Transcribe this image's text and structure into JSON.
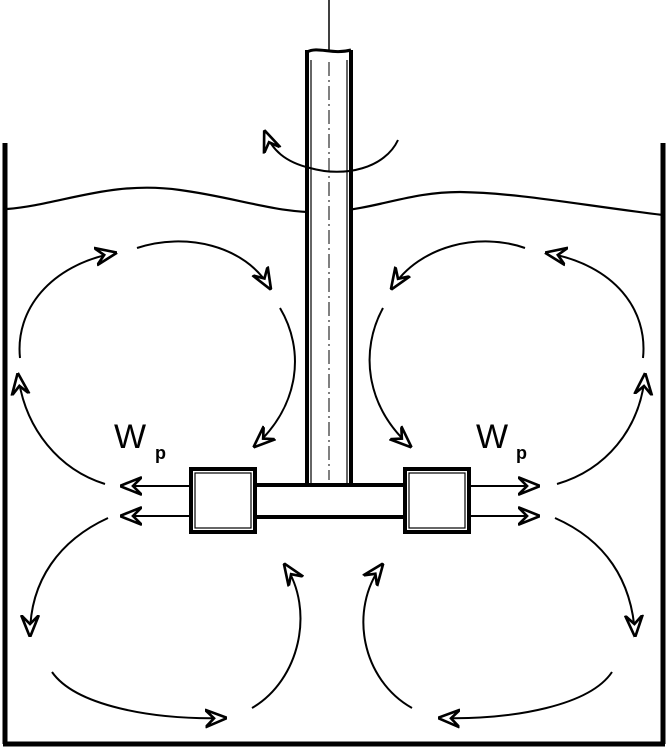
{
  "labels": {
    "left_main": "W",
    "left_sub": "p",
    "right_main": "W",
    "right_sub": "p"
  },
  "colors": {
    "stroke": "#000000",
    "background": "#ffffff"
  }
}
